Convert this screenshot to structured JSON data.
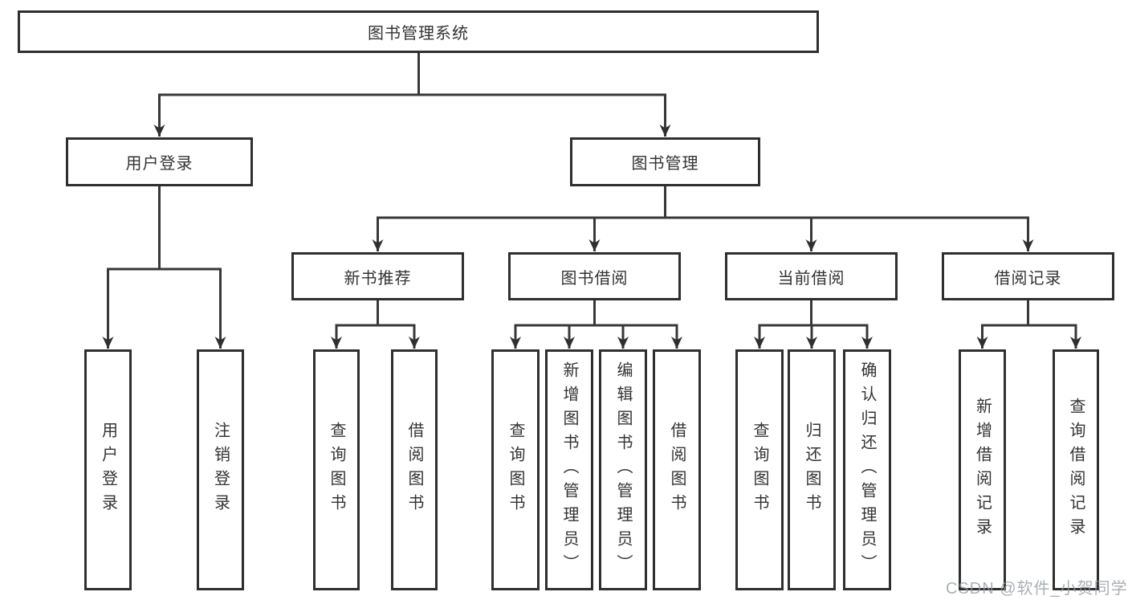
{
  "tree": {
    "root": {
      "label": "图书管理系统"
    },
    "branches": [
      {
        "label": "用户登录",
        "children": [
          {
            "label": "用户登录"
          },
          {
            "label": "注销登录"
          }
        ]
      },
      {
        "label": "图书管理",
        "children": [
          {
            "label": "新书推荐",
            "children": [
              {
                "label": "查询图书"
              },
              {
                "label": "借阅图书"
              }
            ]
          },
          {
            "label": "图书借阅",
            "children": [
              {
                "label": "查询图书"
              },
              {
                "label": "新增图书（管理员）"
              },
              {
                "label": "编辑图书（管理员）"
              },
              {
                "label": "借阅图书"
              }
            ]
          },
          {
            "label": "当前借阅",
            "children": [
              {
                "label": "查询图书"
              },
              {
                "label": "归还图书"
              },
              {
                "label": "确认归还（管理员）"
              }
            ]
          },
          {
            "label": "借阅记录",
            "children": [
              {
                "label": "新增借阅记录"
              },
              {
                "label": "查询借阅记录"
              }
            ]
          }
        ]
      }
    ]
  },
  "watermark": {
    "text": "CSDN @软件_小贺同学"
  },
  "colors": {
    "line": "#383838",
    "border": "#2f2f2f",
    "text": "#333333",
    "watermark": "#969ca4",
    "background": "#ffffff"
  }
}
